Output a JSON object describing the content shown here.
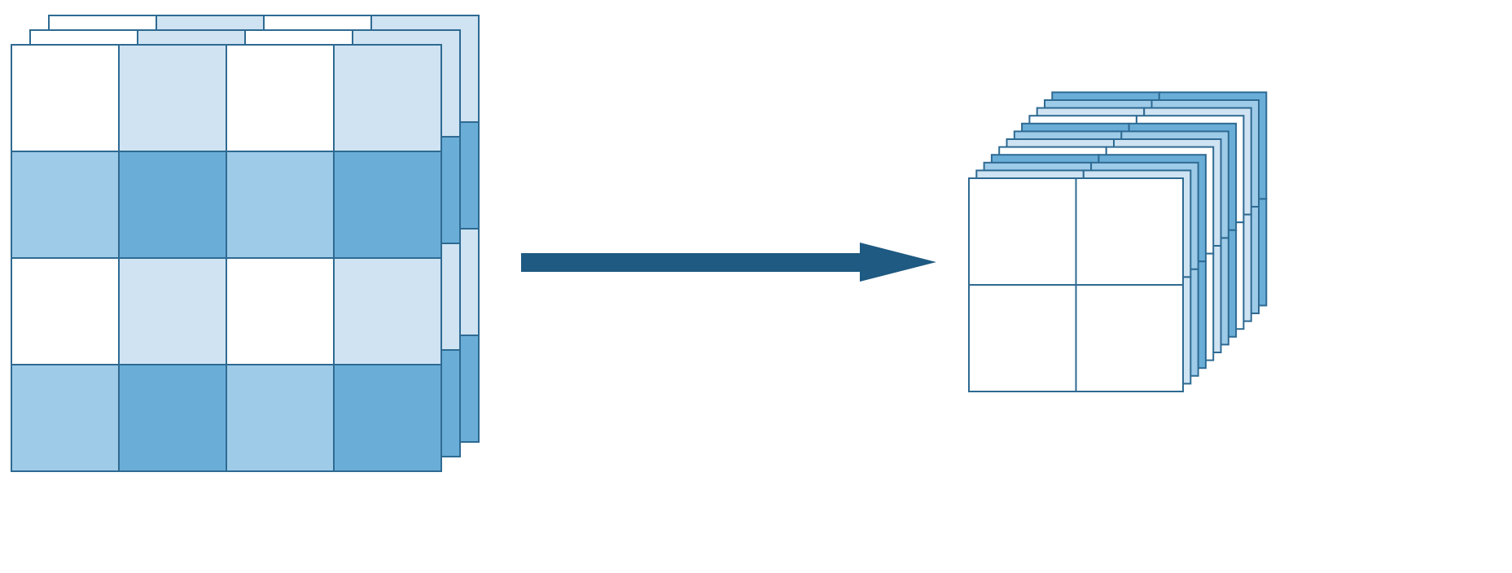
{
  "diagram": {
    "input_tensor": {
      "rows": 4,
      "cols": 4,
      "visible_layers": 3,
      "cell_shades": [
        [
          "white",
          "lightest",
          "white",
          "lightest"
        ],
        [
          "light",
          "medium",
          "light",
          "medium"
        ],
        [
          "white",
          "lightest",
          "white",
          "lightest"
        ],
        [
          "light",
          "medium",
          "light",
          "medium"
        ]
      ]
    },
    "output_tensor": {
      "rows": 2,
      "cols": 2,
      "visible_layers": 12,
      "back_layer_shades": [
        "medium",
        "light",
        "lightest",
        "white"
      ]
    },
    "arrow": {
      "direction": "right"
    }
  },
  "colors": {
    "white": "#ffffff",
    "lightest": "#cfe3f2",
    "light": "#9ecbe8",
    "medium": "#6aaed8",
    "stroke": "#2e6a92",
    "arrow": "#1e5a82"
  }
}
